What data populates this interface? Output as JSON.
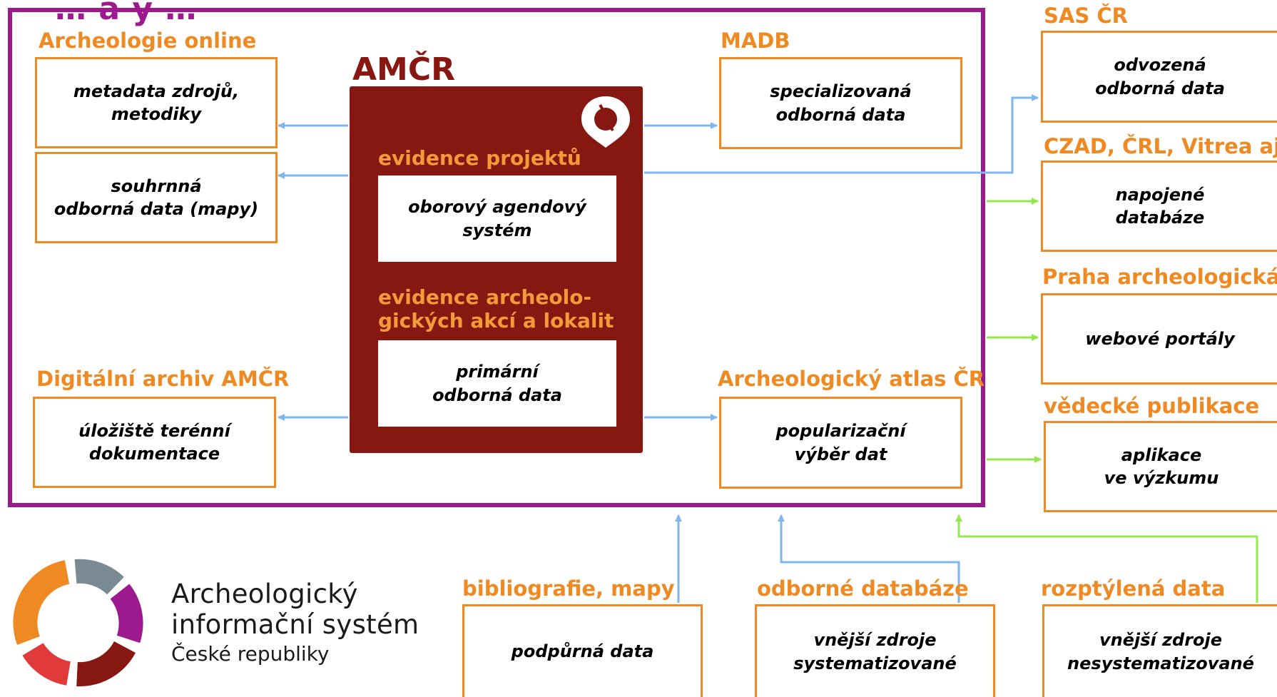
{
  "diagram": {
    "header_fragment": "… a ý …",
    "amcr": {
      "title": "AMČR",
      "projects_heading": "evidence projektů",
      "projects_box": "oborový agendový\nsystém",
      "actions_heading": "evidence archeolo-\ngických akcí a lokalit",
      "actions_box": "primární\nodborná data"
    },
    "archeologie_online": {
      "title": "Archeologie online",
      "box1": "metadata zdrojů,\nmetodiky",
      "box2": "souhrnná\nodborná data (mapy)"
    },
    "madb": {
      "title": "MADB",
      "box": "specializovaná\nodborná data"
    },
    "digitalni_archiv": {
      "title": "Digitální archiv AMČR",
      "box": "úložiště terénní\ndokumentace"
    },
    "atlas": {
      "title": "Archeologický atlas ČR",
      "box": "popularizační\nvýběr dat"
    },
    "right_column": [
      {
        "title": "SAS ČR",
        "box": "odvozená\nodborná data"
      },
      {
        "title": "CZAD, ČRL, Vitrea aj.",
        "box": "napojené\ndatabáze"
      },
      {
        "title": "Praha archeologická",
        "box": "webové portály"
      },
      {
        "title": "vědecké publikace",
        "box": "aplikace\nve výzkumu"
      }
    ],
    "bottom_row": [
      {
        "title": "bibliografie, mapy",
        "box": "podpůrná data"
      },
      {
        "title": "odborné databáze",
        "box": "vnější zdroje\nsystematizované"
      },
      {
        "title": "rozptýlená data",
        "box": "vnější zdroje\nnesystematizované"
      }
    ],
    "logo": {
      "line1": "Archeologický",
      "line2": "informační systém",
      "line3": "České republiky"
    },
    "colors": {
      "frame": "#9c1a8e",
      "orange": "#ef8a22",
      "amcr_dark_red": "#861811",
      "arrow_blue": "#7fb6ef",
      "arrow_green": "#94e84e"
    }
  }
}
